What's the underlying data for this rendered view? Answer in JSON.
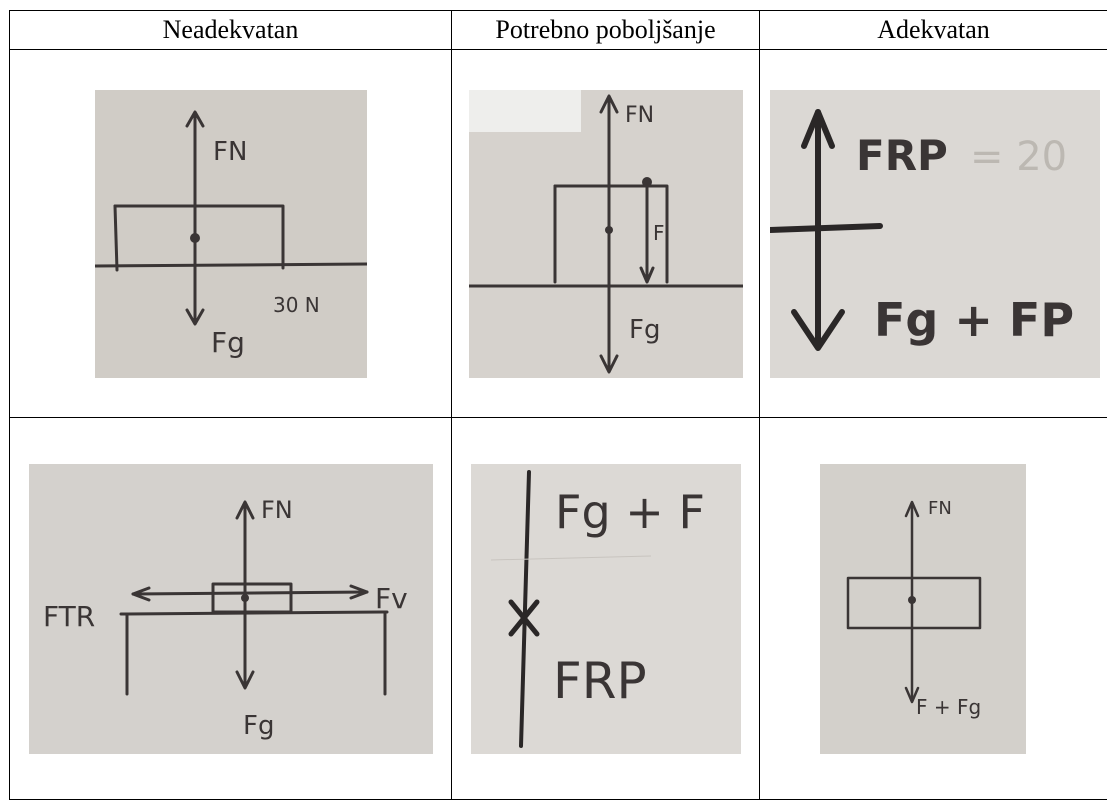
{
  "header": {
    "col1": "Neadekvatan",
    "col2": "Potrebno poboljšanje",
    "col3": "Adekvatan"
  },
  "rows": [
    {
      "cells": [
        {
          "labels": [
            "FN",
            "Fg",
            "30 N"
          ]
        },
        {
          "labels": [
            "FN",
            "F",
            "Fg"
          ]
        },
        {
          "labels": [
            "FRP",
            "Fg + FP",
            "= 20"
          ]
        }
      ]
    },
    {
      "cells": [
        {
          "labels": [
            "FN",
            "FTR",
            "Fv",
            "Fg"
          ]
        },
        {
          "labels": [
            "Fg + F",
            "FRP"
          ]
        },
        {
          "labels": [
            "FN",
            "F + Fg"
          ]
        }
      ]
    }
  ]
}
